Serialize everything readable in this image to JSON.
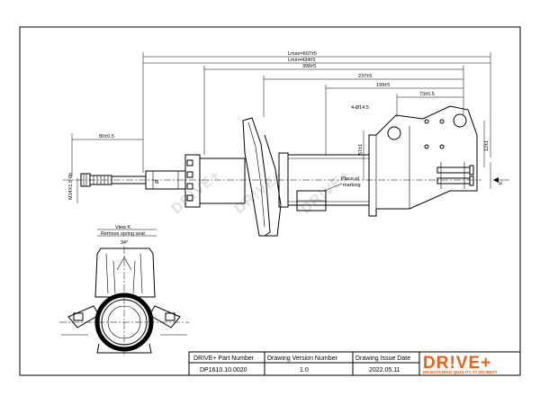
{
  "dimensions": {
    "l_max": "Lmax=607±5",
    "l_min": "Lmin=434±5",
    "d398": "398±5",
    "d237": "237±5",
    "d199": "199±5",
    "d73": "73±0.5",
    "d80": "80±0.5",
    "thread": "M14X1.5-6h",
    "hole": "4-Ø14.5",
    "d57": "57±1",
    "d12": "12±1",
    "tube_dia": "Ø",
    "k_mark": "K",
    "place_of_marking": [
      "Place of",
      "marking"
    ]
  },
  "view": {
    "title": "View K",
    "subtitle": "Remove spring seat",
    "angle": "34°"
  },
  "watermark": "DR!VE+",
  "title_block": {
    "headers": [
      "DRIVE+ Part Number",
      "Drawing Version  Number",
      "Drawing Issue Date"
    ],
    "values": [
      "DP1610.10.0020",
      "1.0",
      "2022.05.11"
    ]
  },
  "brand": {
    "logo": "DR!VE+",
    "tagline": "DR MATCHING QUALITY AT ITS BEST",
    "color": "#e8621a"
  }
}
